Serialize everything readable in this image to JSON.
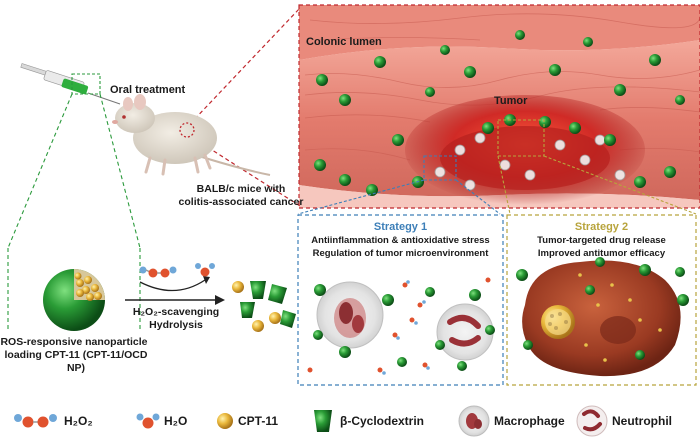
{
  "labels": {
    "oral_treatment": "Oral treatment",
    "mice_line1": "BALB/c mice with",
    "mice_line2": "colitis-associated cancer",
    "np_line1": "ROS-responsive nanoparticle",
    "np_line2": "loading CPT-11 (CPT-11/OCD NP)",
    "reaction_line1": "H₂O₂-scavenging",
    "reaction_line2": "Hydrolysis",
    "colonic_lumen": "Colonic lumen",
    "tumor": "Tumor"
  },
  "strategy1": {
    "title": "Strategy 1",
    "line1": "Antiinflammation & antioxidative stress",
    "line2": "Regulation of tumor microenvironment"
  },
  "strategy2": {
    "title": "Strategy 2",
    "line1": "Tumor-targeted drug release",
    "line2": "Improved antitumor efficacy"
  },
  "legend": {
    "h2o2": "H₂O₂",
    "h2o": "H₂O",
    "cpt11": "CPT-11",
    "cyclodextrin": "β-Cyclodextrin",
    "macrophage": "Macrophage",
    "neutrophil": "Neutrophil"
  },
  "colors": {
    "strategy1": "#3d7fb8",
    "strategy2": "#b8a43c",
    "zoom_red": "#c0282e",
    "nanoparticle_green": "#1f8a2f",
    "cpt_gold": "#e8b83a",
    "tissue": "#e47a6e"
  }
}
